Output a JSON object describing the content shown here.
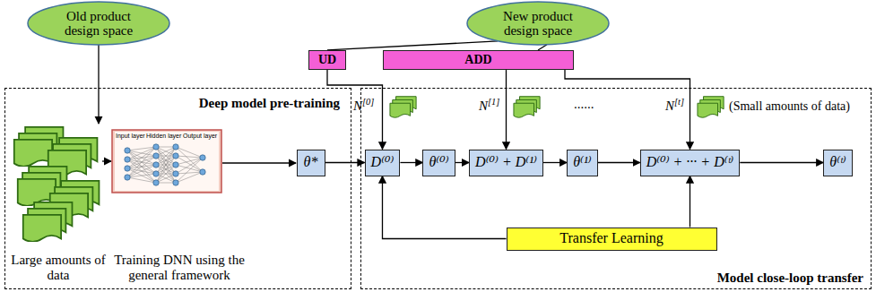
{
  "diagram": {
    "nodes": [
      {
        "text": [
          "Old product design space"
        ]
      },
      {
        "text": [
          "New product design space"
        ]
      },
      {
        "text": [
          "UD"
        ]
      },
      {
        "text": [
          "ADD"
        ]
      },
      {
        "text": [
          "Deep model pre-training"
        ]
      },
      {
        "text": [
          "θ*"
        ],
        "in": 4
      },
      {
        "text": [
          "Model close-loop transfer"
        ]
      },
      {
        "text": [
          "D⁽⁰⁾"
        ],
        "in": 6
      },
      {
        "text": [
          "θ⁽⁰⁾"
        ],
        "in": 6
      },
      {
        "text": [
          "D⁽⁰⁾ + D⁽¹⁾"
        ],
        "in": 6
      },
      {
        "text": [
          "θ⁽¹⁾"
        ],
        "in": 6
      },
      {
        "text": [
          "D⁽⁰⁾ + ··· + D⁽ᵗ⁾"
        ],
        "in": 6
      },
      {
        "text": [
          "θ⁽ᵗ⁾"
        ],
        "in": 6
      },
      {
        "text": [
          "Transfer Learning"
        ],
        "in": 6
      }
    ],
    "edges": [
      {
        "from": 0,
        "to": 4,
        "arrow": "to"
      },
      {
        "from": 1,
        "to": 2,
        "arrow": "none"
      },
      {
        "from": 1,
        "to": 3,
        "arrow": "none"
      },
      {
        "from": 2,
        "to": 7,
        "arrow": "to"
      },
      {
        "from": 3,
        "to": 9,
        "arrow": "to"
      },
      {
        "from": 3,
        "to": 11,
        "arrow": "to"
      },
      {
        "from": 5,
        "to": 7,
        "arrow": "to"
      },
      {
        "from": 7,
        "to": 8,
        "arrow": "to"
      },
      {
        "from": 8,
        "to": 9,
        "arrow": "to"
      },
      {
        "from": 9,
        "to": 10,
        "arrow": "to"
      },
      {
        "from": 10,
        "to": 11,
        "arrow": "to"
      },
      {
        "from": 11,
        "to": 12,
        "arrow": "to"
      },
      {
        "from": 13,
        "to": 7,
        "arrow": "to"
      },
      {
        "from": 13,
        "to": 11,
        "arrow": "to"
      }
    ],
    "labels": [
      "Large amounts of data",
      "Training DNN using the general framework",
      "Input layer",
      "Hidden layer",
      "Output layer",
      "N[0]",
      "N[1]",
      "......",
      "N[t]",
      "(Small amounts of data)"
    ]
  }
}
